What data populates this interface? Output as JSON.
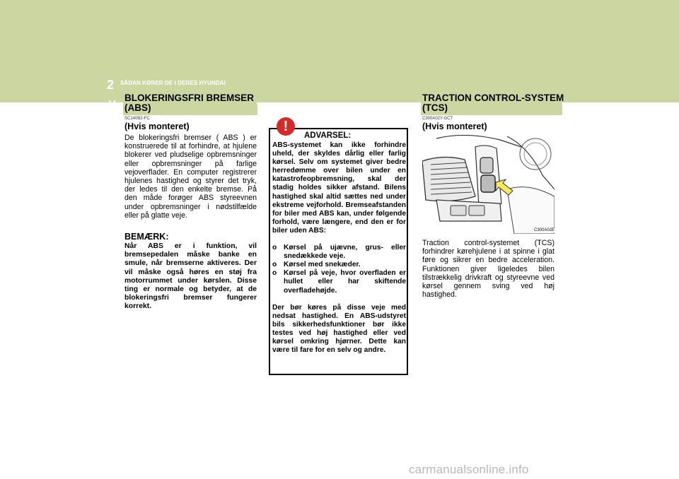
{
  "header": {
    "chapter_number": "2",
    "chapter_title": "SÅDAN KØRER DE I DERES HYUNDAI",
    "page_number": "14"
  },
  "left_section": {
    "heading": "BLOKERINGSFRI BREMSER\n(ABS)",
    "code": "SC140B2-FC",
    "subheading": "(Hvis monteret)",
    "body": "De blokeringsfri bremser ( ABS ) er konstruerede til at forhindre, at hjulene blokerer ved pludselige opbremsninger eller opbremsninger på farlige vejoverflader. En computer registrerer hjulenes hastighed og styrer det tryk, der ledes til den enkelte bremse. På den måde forøger ABS styreevnen under opbremsninger i nødstilfælde eller på glatte veje.",
    "note_title": "BEMÆRK:",
    "note_text": "Når ABS er i funktion, vil bremsepedalen måske banke en smule, når bremserne aktiveres. Der vil måske også høres en støj fra motorrummet under kørslen. Disse ting er normale og betyder, at de blokeringsfri bremser fungerer korrekt."
  },
  "warning": {
    "icon": "exclamation-icon",
    "icon_symbol": "!",
    "title": "ADVARSEL:",
    "intro": "ABS-systemet kan ikke forhindre uheld, der skyldes dårlig eller farlig kørsel. Selv om systemet giver bedre herredømme over bilen under en katastrofeopbremsning, skal der stadig holdes sikker afstand. Bilens hastighed skal altid sættes ned under ekstreme vejforhold. Bremseafstanden for biler med ABS kan, under følgende forhold, være længere, end den er for biler uden ABS:",
    "bullet_symbol": "o",
    "items": [
      "Kørsel på ujævne, grus- eller snedækkede veje.",
      "Kørsel med snekæder.",
      "Kørsel på veje, hvor overfladen er hullet eller har skiftende overfladehøjde."
    ],
    "outro": "Der bør køres på disse veje med nedsat hastighed. En ABS-udstyret bils sikkerhedsfunktioner bør ikke testes ved høj hastighed eller ved kørsel omkring hjørner. Dette kan være til fare for en selv og andre."
  },
  "right_section": {
    "heading": "TRACTION CONTROL-SYSTEM\n(TCS)",
    "code": "C300A02Y-GCT",
    "subheading": "(Hvis monteret)",
    "image_code": "C300A02E",
    "body": "Traction control-systemet (TCS) forhindrer kørehjulene i at spinne i glat føre og sikrer en bedre acceleration. Funktionen giver ligeledes bilen tilstrækkelig drivkraft og styreevne ved kørsel gennem sving ved høj hastighed."
  },
  "colors": {
    "band": "#ccd6a1",
    "warning_icon": "#d62a2a",
    "arrow": "#f5e85a"
  },
  "watermark": "carmanualsonline.info"
}
